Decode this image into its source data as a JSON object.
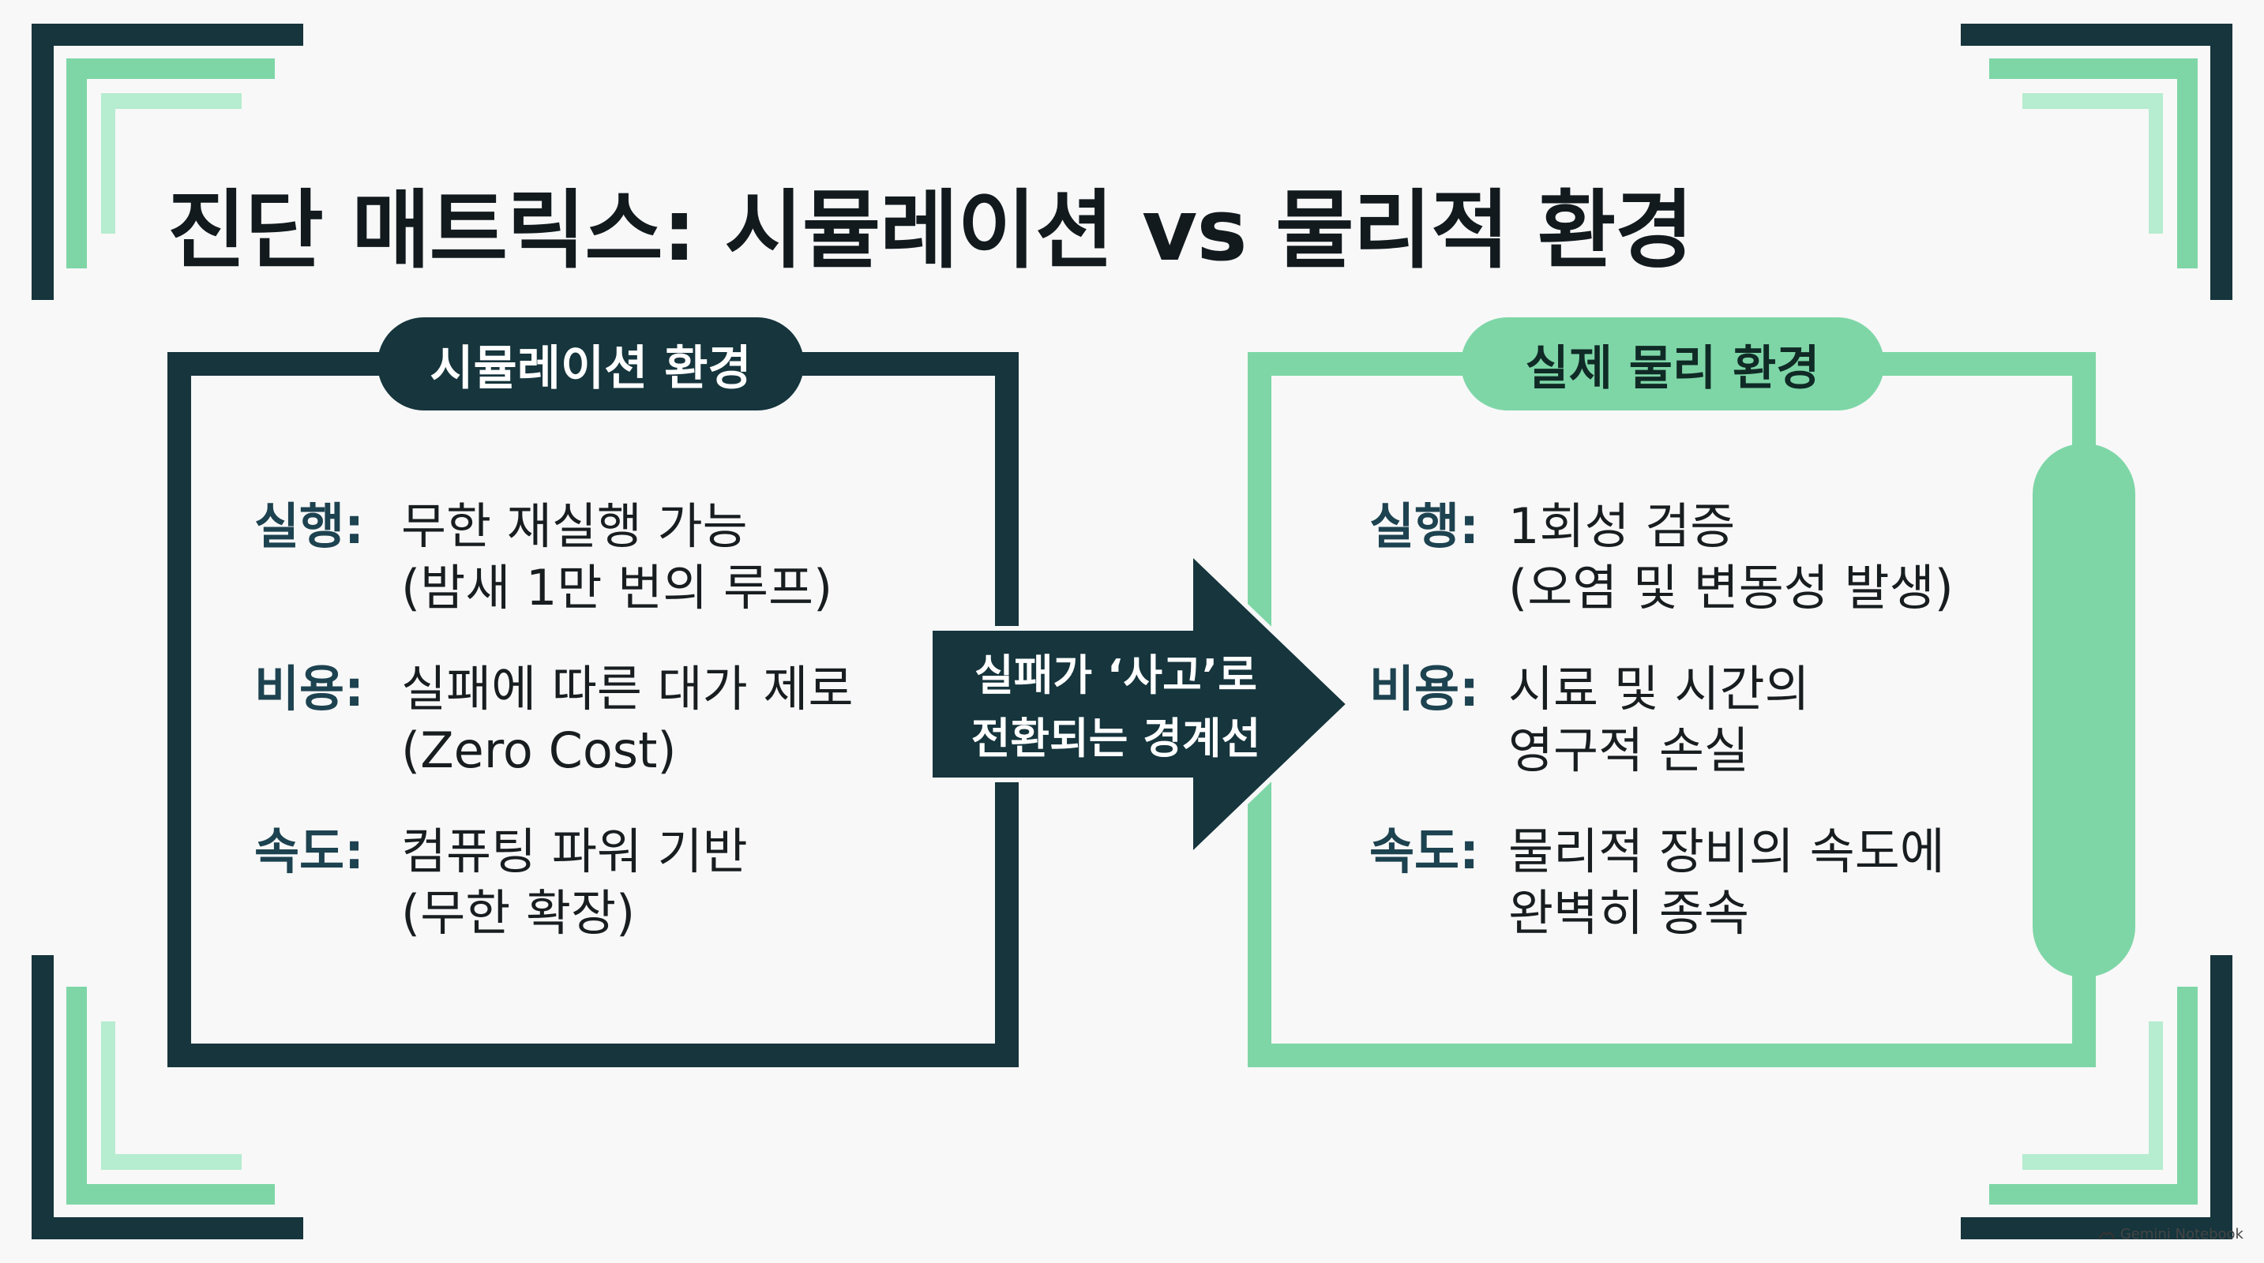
{
  "title": "진단 매트릭스: 시뮬레이션 vs 물리적 환경",
  "colors": {
    "dark_teal": "#16353d",
    "mint_green": "#7ed6a7",
    "light_mint": "#b6ecd0",
    "label_blue": "#1d4250"
  },
  "simulation": {
    "header": "시뮬레이션 환경",
    "rows": [
      {
        "label": "실행:",
        "line1": "무한 재실행 가능",
        "line2": "(밤새 1만 번의 루프)"
      },
      {
        "label": "비용:",
        "line1": "실패에 따른 대가 제로",
        "line2": "(Zero Cost)"
      },
      {
        "label": "속도:",
        "line1": "컴퓨팅 파워 기반",
        "line2": "(무한 확장)"
      }
    ]
  },
  "physical": {
    "header": "실제 물리 환경",
    "rows": [
      {
        "label": "실행:",
        "line1": "1회성 검증",
        "line2": "(오염 및 변동성 발생)"
      },
      {
        "label": "비용:",
        "line1": "시료 및 시간의",
        "line2": "영구적 손실"
      },
      {
        "label": "속도:",
        "line1": "물리적 장비의 속도에",
        "line2": "완벽히 종속"
      }
    ]
  },
  "arrow": {
    "line1": "실패가 ‘사고’로",
    "line2": "전환되는 경계선"
  },
  "watermark": {
    "text": "Gemini Notebook",
    "icon": "notebook-icon"
  }
}
